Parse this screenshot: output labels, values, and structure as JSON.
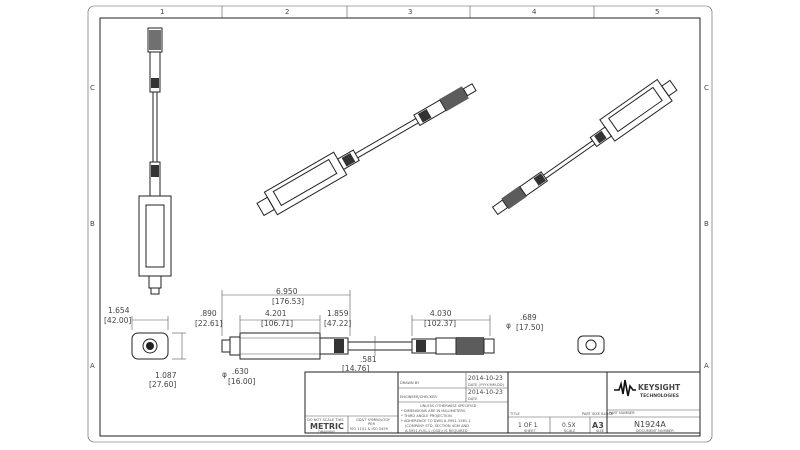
{
  "zones": {
    "columns": [
      "1",
      "2",
      "3",
      "4",
      "5"
    ],
    "rows": [
      "C",
      "B",
      "A"
    ]
  },
  "dimensions": {
    "end_width": {
      "in": "1.654",
      "mm": "[42.00]"
    },
    "end_height": {
      "in": "1.087",
      "mm": "[27.60]"
    },
    "overall_length": {
      "in": "6.950",
      "mm": "[176.53]"
    },
    "connector_length": {
      "in": ".890",
      "mm": "[22.61]"
    },
    "body_length": {
      "in": "4.201",
      "mm": "[106.71]"
    },
    "strain_relief_length": {
      "in": "1.859",
      "mm": "[47.22]"
    },
    "cable_dia": {
      "in": ".581",
      "mm": "[14.76]"
    },
    "connector_dia": {
      "in": ".630",
      "mm": "[16.00]"
    },
    "far_connector_length": {
      "in": "4.030",
      "mm": "[102.37]"
    },
    "far_connector_dia": {
      "in": ".689",
      "mm": "[17.50]"
    },
    "diameter_symbol": "φ"
  },
  "title_block": {
    "drawn_by_label": "DRAWN BY",
    "drawn_date": "2014-10-23",
    "date_format_label": "DATE (YYYY-MM-DD)",
    "engineer_label": "ENGINEER/CHECKER",
    "engineer_date": "2014-10-23",
    "date_label": "DATE",
    "notes": [
      "UNLESS OTHERWISE SPECIFIED",
      "* DIMENSIONS ARE IN MILLIMETERS",
      "* THIRD ANGLE PROJECTION",
      "* ADHERENCE TO DWG A-5951-1561-1",
      "(COMPANY STD, SECTION 4GM AND",
      "A-5951-FUG-1 (CSD)) IS REQUIRED"
    ],
    "do_not_scale": "DO NOT SCALE THIS",
    "units": "METRIC",
    "drawing_label": "DRAWING",
    "symbology": [
      "GD&T SYMBOLOGY",
      "PER",
      "ISO 1101 & ISO 5459"
    ],
    "title_label": "TITLE",
    "title_small": "PART SIZE BLOCK",
    "sheet": "1  OF  1",
    "sheet_label": "SHEET",
    "scale": "0.5X",
    "scale_label": "SCALE",
    "size": "A3",
    "size_label": "SIZE",
    "company": "KEYSIGHT",
    "company_sub": "TECHNOLOGIES",
    "part_number_label": "PART NUMBER",
    "document_number": "N1924A",
    "document_number_label": "DOCUMENT NUMBER"
  }
}
